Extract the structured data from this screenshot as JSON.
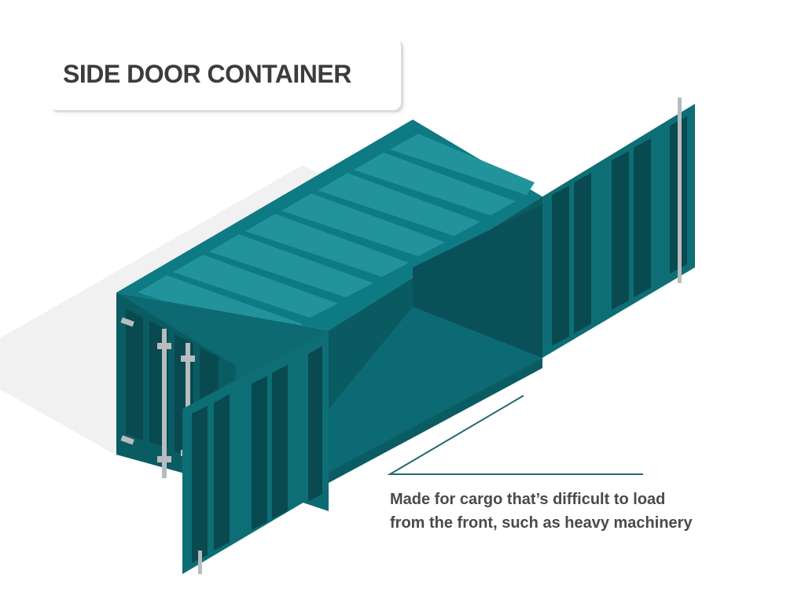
{
  "title": "SIDE DOOR CONTAINER",
  "caption": {
    "line1": "Made for cargo that’s difficult to load",
    "line2": "from the front, such as heavy machinery"
  },
  "colors": {
    "roof": "#0e7a83",
    "roof_rib_light": "#23939b",
    "roof_rib_dark": "#0a6770",
    "side_wall": "#0d6a73",
    "door_face": "#0a5c63",
    "door_outer": "#0d6e76",
    "door_panel_dark": "#084a50",
    "interior_back": "#0a5a62",
    "interior_floor": "#0c7079",
    "interior_side": "#0b6a73",
    "shadow": "#f0f0f0",
    "hardware": "#b8bcbe",
    "leader_line": "#1f6a70",
    "text": "#3c3c3c"
  },
  "icons": [
    "shipping-container-illustration",
    "door-handle-icon",
    "door-hinge-icon"
  ]
}
